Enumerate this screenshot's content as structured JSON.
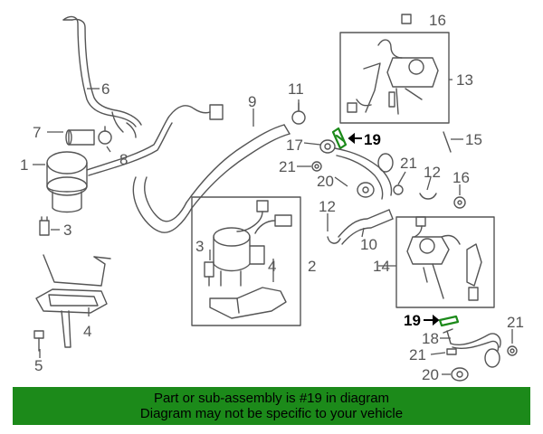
{
  "callouts": {
    "c1": "1",
    "c2": "2",
    "c3a": "3",
    "c3b": "3",
    "c4a": "4",
    "c4b": "4",
    "c5": "5",
    "c6": "6",
    "c7": "7",
    "c8": "8",
    "c9": "9",
    "c10": "10",
    "c11": "11",
    "c12a": "12",
    "c12b": "12",
    "c13": "13",
    "c14": "14",
    "c15": "15",
    "c16a": "16",
    "c16b": "16",
    "c17": "17",
    "c18": "18",
    "c19a": "19",
    "c19b": "19",
    "c20a": "20",
    "c20b": "20",
    "c21a": "21",
    "c21b": "21",
    "c21c": "21",
    "c21d": "21"
  },
  "banner": {
    "line1": "Part or sub-assembly is #19 in diagram",
    "line2": "Diagram may not be specific to your vehicle"
  },
  "colors": {
    "banner_bg": "#1c8a1a",
    "highlight": "#1c8a1a",
    "line": "#555555"
  }
}
